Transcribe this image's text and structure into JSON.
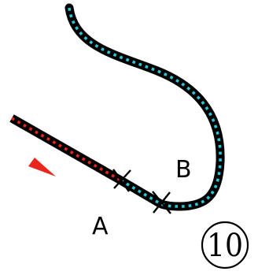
{
  "diagram": {
    "step_number": "10",
    "points": [
      {
        "id": "A",
        "label": "A"
      },
      {
        "id": "B",
        "label": "B"
      }
    ],
    "colors": {
      "background": "#ffffff",
      "track_outline": "#000000",
      "red_dots": "#e8261c",
      "cyan_dots": "#29c6d6",
      "direction_arrow": "#e8261c",
      "cross_mark": "#000000"
    },
    "icons": {
      "direction_arrow": "red-direction-arrow-icon",
      "cross_mark": "x-mark-icon"
    }
  }
}
